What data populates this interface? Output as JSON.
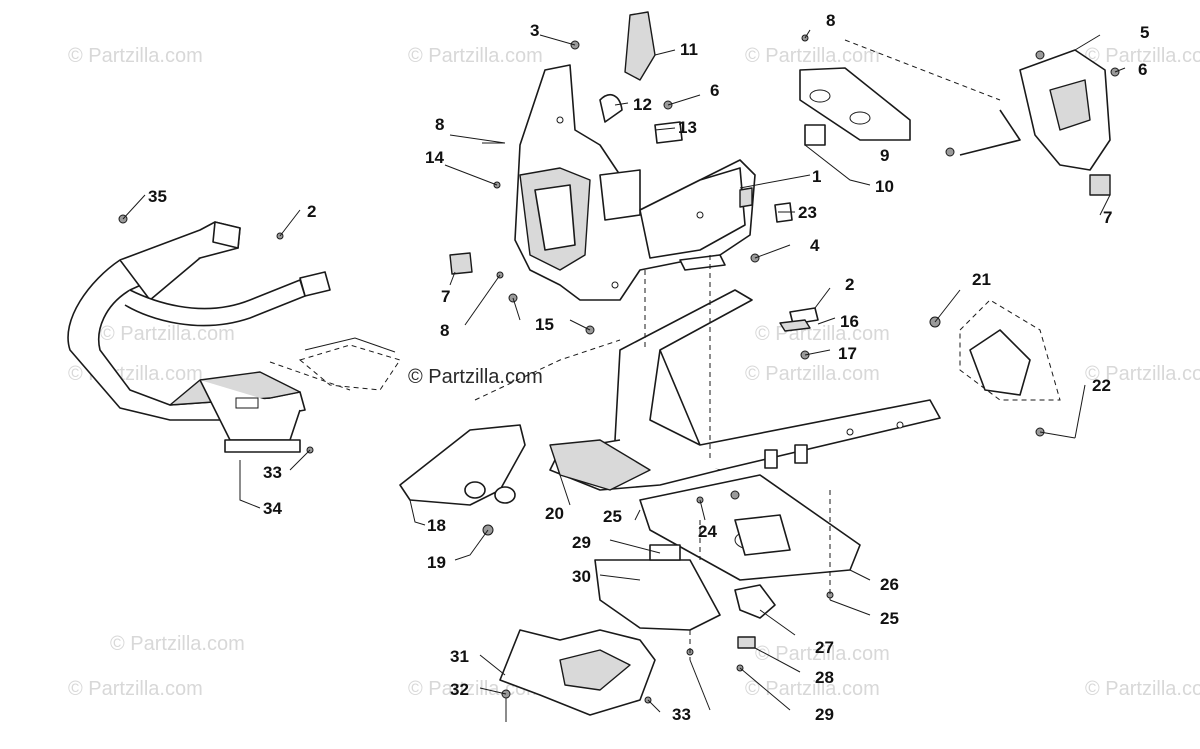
{
  "watermark": {
    "text": "© Partzilla.com"
  },
  "callouts": {
    "c1": "1",
    "c2a": "2",
    "c2b": "2",
    "c3": "3",
    "c4": "4",
    "c5": "5",
    "c6a": "6",
    "c6b": "6",
    "c7a": "7",
    "c7b": "7",
    "c8a": "8",
    "c8b": "8",
    "c8c": "8",
    "c9": "9",
    "c10": "10",
    "c11": "11",
    "c12": "12",
    "c13": "13",
    "c14": "14",
    "c15": "15",
    "c16": "16",
    "c17": "17",
    "c18": "18",
    "c19": "19",
    "c20": "20",
    "c21": "21",
    "c22": "22",
    "c23": "23",
    "c24": "24",
    "c25a": "25",
    "c25b": "25",
    "c26": "26",
    "c27": "27",
    "c28": "28",
    "c29a": "29",
    "c29b": "29",
    "c30": "30",
    "c31": "31",
    "c32": "32",
    "c33a": "33",
    "c33b": "33",
    "c34": "34",
    "c35": "35"
  }
}
